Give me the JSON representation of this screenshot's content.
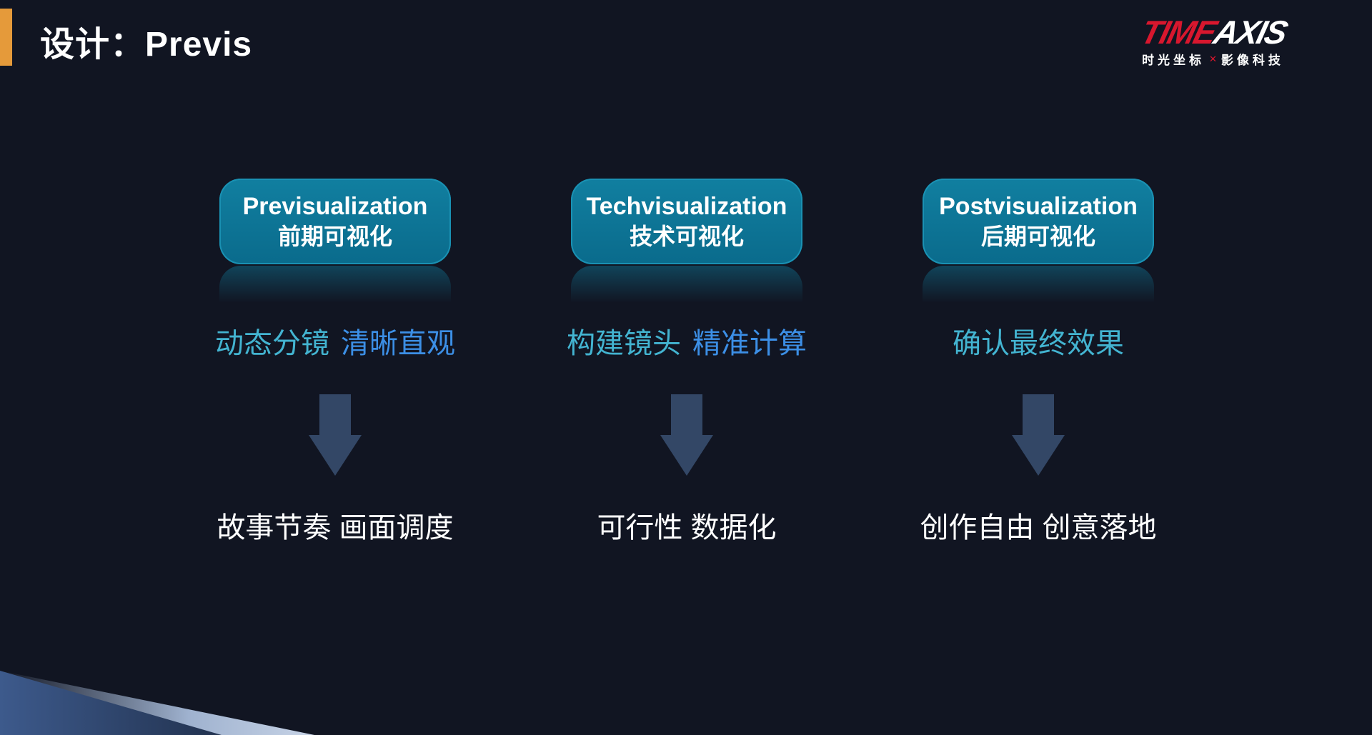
{
  "header": {
    "title": "设计：Previs"
  },
  "logo": {
    "wordmark_left": "TIME",
    "wordmark_right": "AXIS",
    "subtitle_left": "时光坐标",
    "subtitle_right": "影像科技"
  },
  "columns": [
    {
      "title_en": "Previsualization",
      "title_cn": "前期可视化",
      "subtitle_a": "动态分镜",
      "subtitle_b": "清晰直观",
      "result": "故事节奏 画面调度"
    },
    {
      "title_en": "Techvisualization",
      "title_cn": "技术可视化",
      "subtitle_a": "构建镜头",
      "subtitle_b": "精准计算",
      "result": "可行性 数据化"
    },
    {
      "title_en": "Postvisualization",
      "title_cn": "后期可视化",
      "subtitle_a": "确认最终效果",
      "subtitle_b": "",
      "result": "创作自由 创意落地"
    }
  ],
  "colors": {
    "background": "#111522",
    "accent_bar": "#e59a3a",
    "pill": "#0c7595",
    "subtitle_cyan": "#43b4d1",
    "subtitle_blue": "#3c8fe6",
    "arrow": "#334766",
    "logo_red": "#d8172e"
  },
  "icons": {
    "arrow": "arrow-down-icon",
    "logo_separator": "cross-icon"
  }
}
